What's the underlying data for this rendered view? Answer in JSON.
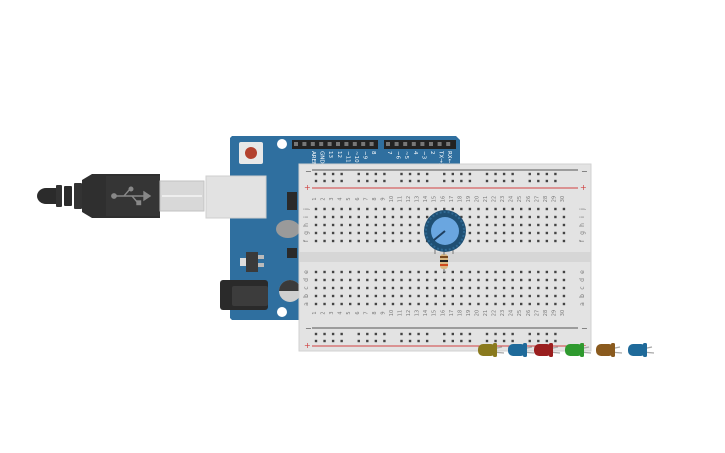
{
  "scene": {
    "arduino": {
      "header_labels_left": [
        "AREF",
        "GND",
        "13",
        "12",
        "~11",
        "~10",
        "~9",
        "8"
      ],
      "header_labels_right": [
        "7",
        "~6",
        "~5",
        "4",
        "~3",
        "2",
        "TX→1",
        "RX←0"
      ]
    },
    "breadboard": {
      "columns": [
        "1",
        "2",
        "3",
        "4",
        "5",
        "6",
        "7",
        "8",
        "9",
        "10",
        "11",
        "12",
        "13",
        "14",
        "15",
        "16",
        "17",
        "18",
        "19",
        "20",
        "21",
        "22",
        "23",
        "24",
        "25",
        "26",
        "27",
        "28",
        "29",
        "30"
      ],
      "rows_top": [
        "j",
        "i",
        "h",
        "g",
        "f"
      ],
      "rows_bottom": [
        "e",
        "d",
        "c",
        "b",
        "a"
      ],
      "rail_minus": "−",
      "rail_plus": "+"
    },
    "leds": [
      {
        "name": "yellow-led",
        "color": "#8a7a1e"
      },
      {
        "name": "blue-led",
        "color": "#1f6a9a"
      },
      {
        "name": "red-led",
        "color": "#9a1e1e"
      },
      {
        "name": "green-led",
        "color": "#2f9a2f"
      },
      {
        "name": "orange-led",
        "color": "#8a5a1e"
      },
      {
        "name": "blue-led-2",
        "color": "#1f6a9a"
      }
    ],
    "colors": {
      "arduino_board": "#2f6f9f",
      "breadboard": "#e3e3e3",
      "usb_cable": "#2b2b2b",
      "potentiometer": "#1f4f73",
      "potentiometer_knob": "#6aa6e0",
      "rail_red": "#d04040",
      "rail_dark": "#555555"
    }
  }
}
